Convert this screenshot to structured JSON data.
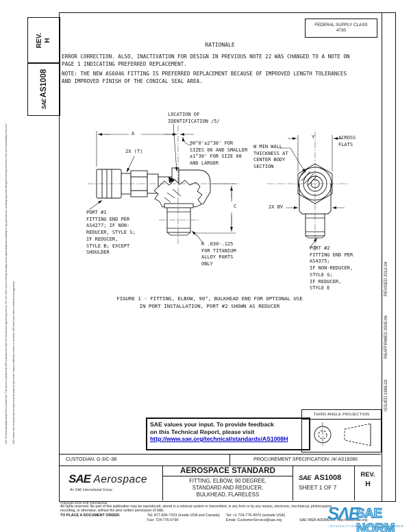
{
  "fsc": {
    "line1": "FEDERAL SUPPLY CLASS",
    "line2": "4730"
  },
  "side_labels": {
    "rev_label": "REV.",
    "rev_value": "H",
    "sae": "SAE",
    "doc": "AS1008"
  },
  "rationale": {
    "title": "RATIONALE",
    "p1": "ERROR CORRECTION.  ALSO, INACTIVATION FOR DESIGN IN PREVIOUS NOTE 22 WAS CHANGED TO A NOTE ON\nPAGE 1 INDICATING PREFERRED REPLACEMENT.",
    "p2": "NOTE:  THE NEW AS6046 FITTING IS PREFERRED REPLACEMENT BECAUSE OF IMPROVED LENGTH TOLERANCES\nAND IMPROVED FINISH OF THE CONICAL SEAL AREA."
  },
  "figure": {
    "location_note": "LOCATION OF\nIDENTIFICATION /5/",
    "angle_note": "90°0'±2°30' FOR\nSIZES 06 AND SMALLER\n±1°30' FOR SIZE 08\nAND LARGER",
    "wall_note": "W MIN WALL\nTHICKNESS AT\nCENTER BODY\nSECTION",
    "across_flats": "ACROSS\nFLATS",
    "dim_a": "A",
    "dim_c": "C",
    "dim_y": "Y",
    "dim_t": "2X (T)",
    "dim_v": "2X ØV",
    "port1_note": "PORT #1\nFITTING END PER\nAS4277; IF NON-\nREDUCER, STYLE S;\nIF REDUCER,\nSTYLE B; EXCEPT\nSHOULDER",
    "port2_note": "PORT #2\nFITTING END PER\nAS4375;\nIF NON-REDUCER,\nSTYLE G;\nIF REDUCER,\nSTYLE E",
    "radius_note": "R .030-.125\nFOR TITANIUM\nALLOY PARTS\nONLY",
    "caption": "FIGURE 1 - FITTING, ELBOW, 90°, BULKHEAD END FOR OPTIONAL USE\nIN PORT INSTALLATION, PORT #2 SHOWN AS REDUCER"
  },
  "feedback": {
    "line1": "SAE values your input. To provide feedback",
    "line2": "on this Technical Report, please visit",
    "link": "http://www.sae.org/technical/standards/AS1008H"
  },
  "projection": {
    "label": "THIRD ANGLE PROJECTION"
  },
  "admin": {
    "custodian": "CUSTODIAN: G-3/C-3B",
    "procurement": "PROCUREMENT SPECIFICATION: /4/ AS18280"
  },
  "title_block": {
    "logo_sae": "SAE",
    "logo_aerospace": "Aerospace",
    "logo_tagline": "An SAE International Group",
    "doc_type": "AEROSPACE STANDARD",
    "title": "FITTING, ELBOW, 90 DEGREE,\nSTANDARD AND REDUCER,\nBULKHEAD, FLARELESS",
    "sae": "SAE",
    "number": "AS1008",
    "sheet": "SHEET 1 OF 7",
    "rev_label": "REV.",
    "rev_value": "H"
  },
  "footer": {
    "copyright": "Copyright 2012 SAE International",
    "rights": "All rights reserved. No part of this publication may be reproduced, stored in a retrieval system or transmitted, in any form or by any means, electronic, mechanical, photocopying,\nrecording, or otherwise, without the prior written permission of SAE.",
    "order": "TO PLACE A DOCUMENT ORDER:",
    "tel_inside": "Tel:  877-606-7323 (inside USA and Canada)",
    "tel_outside": "Tel:  +1 724-776-4970 (outside USA)",
    "fax": "Fax:  724-776-0790",
    "email": "Email: CustomerService@sae.org",
    "web": "SAE WEB ADDRESS: http://www.sae.org"
  },
  "margins": {
    "issued": "ISSUED 1999-03",
    "reaffirmed": "REAFFIRMED 2005-06",
    "revised": "REVISED 2012-04",
    "boilerplate1": "SAE Technical Standards Board Rules provide that: \"This report is published by SAE to advance the state of technical and engineering sciences. The use of this report is entirely voluntary, and its applicability and suitability for any particular use, including any patent infringement arising therefrom, is the sole responsibility of the user.\"",
    "boilerplate2": "SAE reviews each technical report at least every five years at which time it may be reaffirmed, revised, or cancelled. SAE invites your written comments and suggestions."
  },
  "watermark": {
    "logo": "SΛE",
    "name": "SAE NORM",
    "sub": "INTERNATIONAL",
    "sub2": "NUMMER"
  },
  "colors": {
    "link": "#0000C8",
    "watermark": "#2b8fc9"
  }
}
